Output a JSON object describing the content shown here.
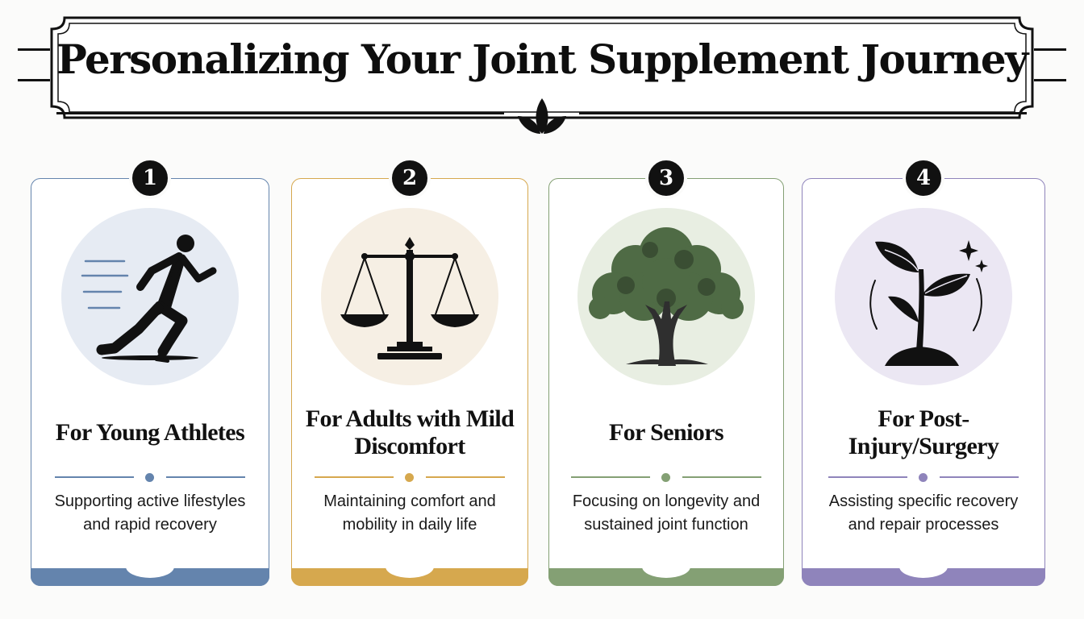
{
  "title": "Personalizing Your Joint Supplement Journey",
  "cards": [
    {
      "number": "1",
      "title": "For Young Athletes",
      "description": "Supporting active lifestyles and rapid recovery",
      "icon": "runner-icon",
      "accent": "#6484ad",
      "circle": "#e6ebf3"
    },
    {
      "number": "2",
      "title": "For Adults with Mild Discomfort",
      "description": "Maintaining comfort and mobility in daily life",
      "icon": "balance-scale-icon",
      "accent": "#d6a84e",
      "circle": "#f6efe4"
    },
    {
      "number": "3",
      "title": "For Seniors",
      "description": "Focusing on longevity and sustained joint function",
      "icon": "oak-tree-icon",
      "accent": "#84a074",
      "circle": "#e8eee2"
    },
    {
      "number": "4",
      "title": "For Post-Injury/Surgery",
      "description": "Assisting specific recovery and repair processes",
      "icon": "sprouting-plant-icon",
      "accent": "#8f84bb",
      "circle": "#ebe7f3"
    }
  ]
}
